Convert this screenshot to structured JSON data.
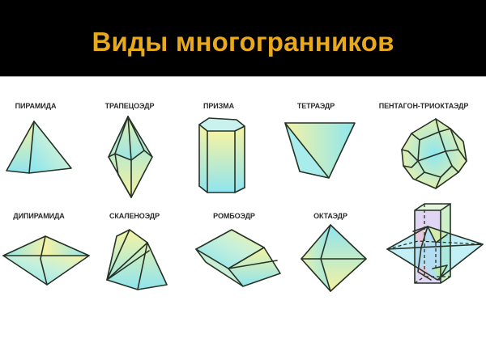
{
  "slide": {
    "title": "Виды многогранников",
    "title_color": "#e8a91c",
    "header_bg": "#000000",
    "body_bg": "#ffffff"
  },
  "polyhedra": {
    "row1": [
      {
        "label": "ПИРАМИДА",
        "icon": "pyramid-icon"
      },
      {
        "label": "ТРАПЕЦОЭДР",
        "icon": "trapezohedron-icon"
      },
      {
        "label": "ПРИЗМА",
        "icon": "prism-icon"
      },
      {
        "label": "ТЕТРАЭДР",
        "icon": "tetrahedron-icon"
      },
      {
        "label": "ПЕНТАГОН-ТРИОКТАЭДР",
        "icon": "pentagonal-icositetrahedron-icon"
      }
    ],
    "row2": [
      {
        "label": "ДИПИРАМИДА",
        "icon": "dipyramid-icon"
      },
      {
        "label": "СКАЛЕНОЭДР",
        "icon": "scalenohedron-icon"
      },
      {
        "label": "РОМБОЭДР",
        "icon": "rhombohedron-icon"
      },
      {
        "label": "ОКТАЭДР",
        "icon": "octahedron-icon"
      },
      {
        "label": "",
        "icon": "combined-prism-dipyramid-icon"
      }
    ]
  },
  "colors": {
    "face_cyan": "#8fe8ee",
    "face_yellow": "#f4f3a4",
    "face_green": "#b8eab2",
    "face_violet": "#c7b3ea",
    "face_pink": "#eec3d8",
    "edge": "#263226"
  }
}
